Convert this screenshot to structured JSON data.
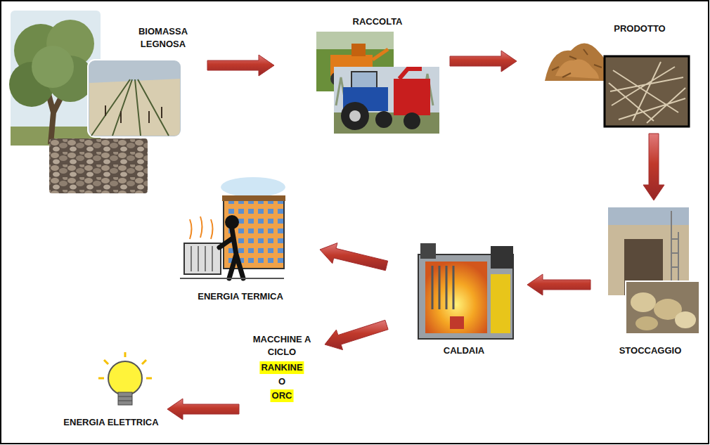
{
  "diagram": {
    "nodes": [
      {
        "text": [
          "BIOMASSA LEGNOSA"
        ]
      },
      {
        "text": [
          "RACCOLTA"
        ]
      },
      {
        "text": [
          "PRODOTTO"
        ]
      },
      {
        "text": [
          "STOCCAGGIO"
        ]
      },
      {
        "text": [
          "CALDAIA"
        ]
      },
      {
        "text": [
          "ENERGIA TERMICA"
        ]
      },
      {
        "text": [
          "MACCHINE A CICLO",
          "RANKINE",
          "O",
          "ORC"
        ]
      },
      {
        "text": [
          "ENERGIA ELETTRICA"
        ]
      }
    ],
    "edges": [
      {
        "from": 0,
        "to": 1,
        "arrow": "to"
      },
      {
        "from": 1,
        "to": 2,
        "arrow": "to"
      },
      {
        "from": 2,
        "to": 3,
        "arrow": "to"
      },
      {
        "from": 3,
        "to": 4,
        "arrow": "to"
      },
      {
        "from": 4,
        "to": 5,
        "arrow": "to"
      },
      {
        "from": 4,
        "to": 6,
        "arrow": "to"
      },
      {
        "from": 6,
        "to": 7,
        "arrow": "to"
      }
    ]
  }
}
